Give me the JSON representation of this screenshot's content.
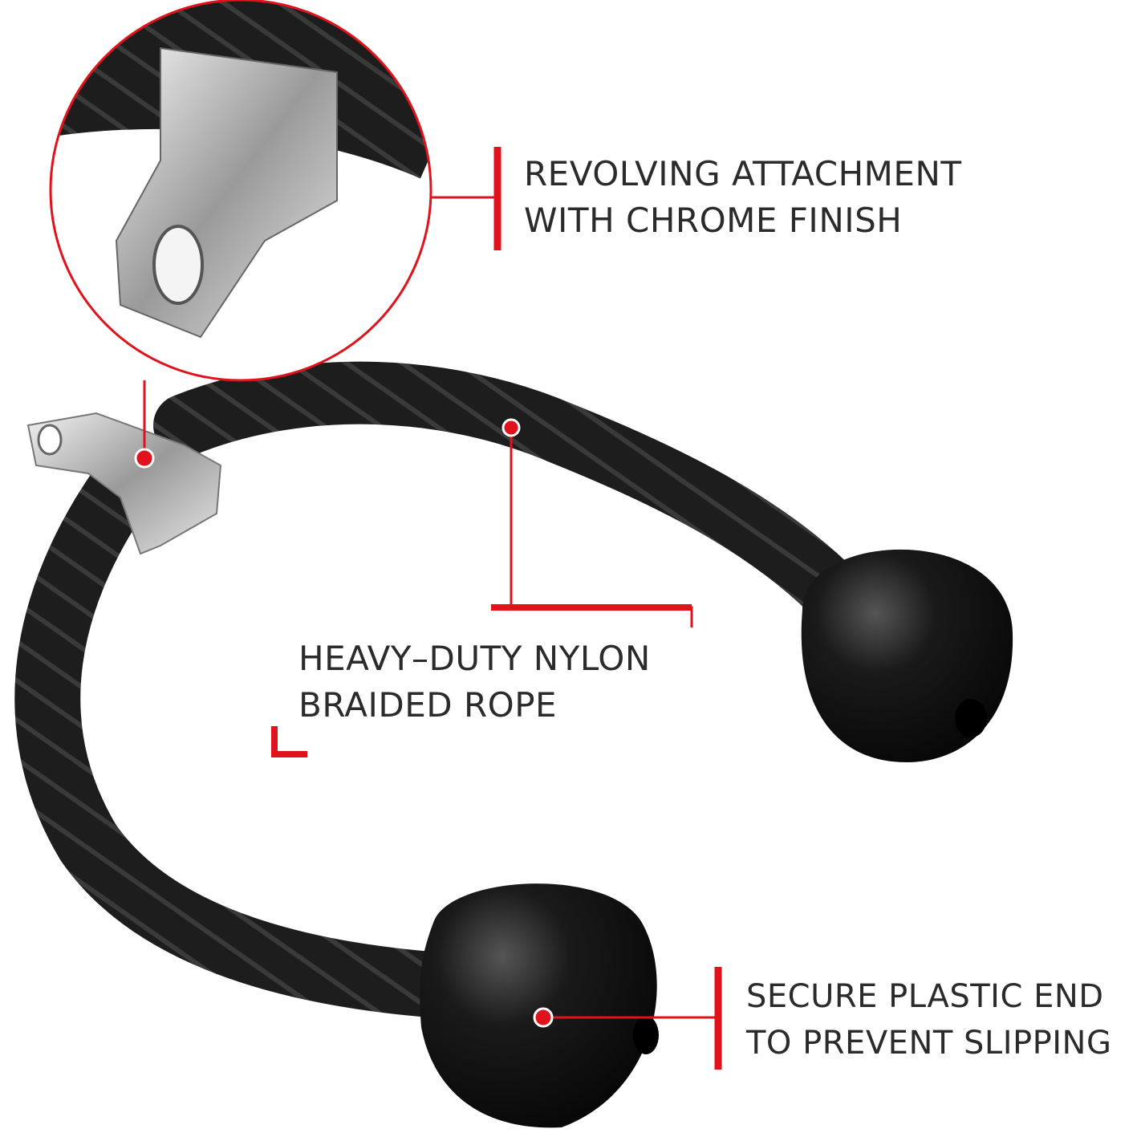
{
  "callouts": {
    "attachment": {
      "line1": "REVOLVING ATTACHMENT",
      "line2": "WITH CHROME FINISH"
    },
    "rope": {
      "line1": "HEAVY–DUTY NYLON",
      "line2": "BRAIDED ROPE"
    },
    "end": {
      "line1": "SECURE PLASTIC END",
      "line2": "TO PREVENT SLIPPING"
    }
  },
  "colors": {
    "accent": "#e0121b",
    "text": "#2b2b2b",
    "rope": "#1c1c1c",
    "chrome": "#c8c8c8"
  }
}
